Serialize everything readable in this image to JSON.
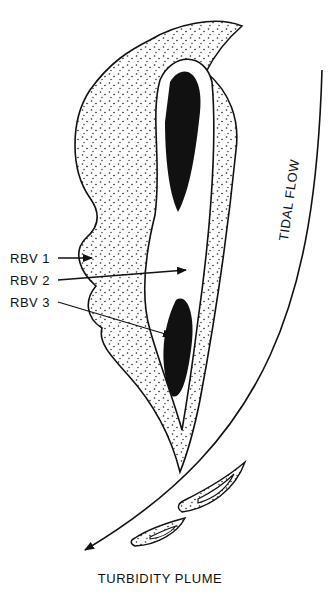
{
  "diagram": {
    "labels": [
      "RBV 1",
      "RBV 2",
      "RBV 3",
      "TIDAL FLOW",
      "TURBIDITY PLUME"
    ]
  }
}
